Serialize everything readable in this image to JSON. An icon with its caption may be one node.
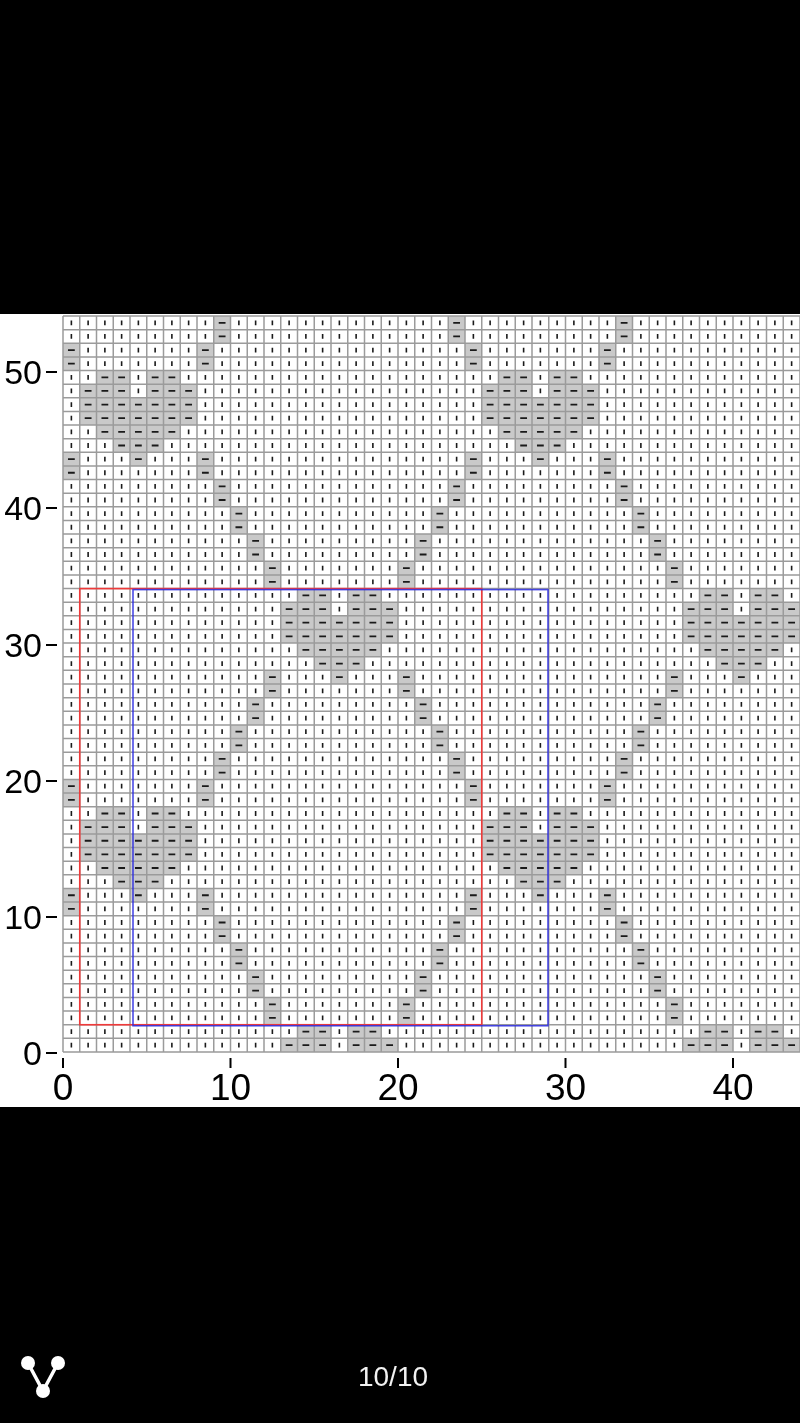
{
  "diagram": {
    "labels": [
      "50",
      "40",
      "30",
      "20",
      "10",
      "0",
      "0",
      "10",
      "20",
      "30",
      "40",
      "10/10"
    ]
  }
}
